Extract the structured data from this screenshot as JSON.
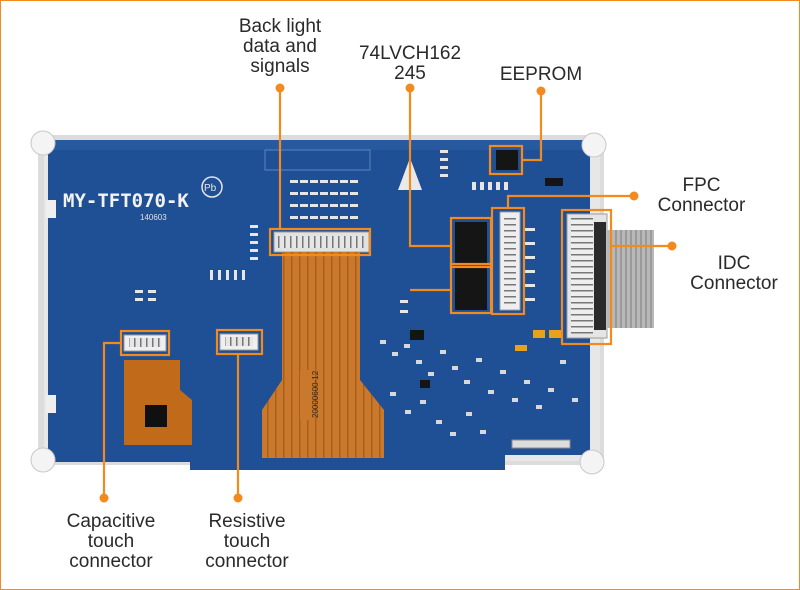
{
  "annotations": {
    "backlight": [
      "Back light",
      "data and",
      "signals"
    ],
    "buffer": [
      "74LVCH162",
      "245"
    ],
    "eeprom": "EEPROM",
    "fpc": [
      "FPC",
      "Connector"
    ],
    "idc": [
      "IDC",
      "Connector"
    ],
    "capacitive": [
      "Capacitive",
      "touch",
      "connector"
    ],
    "resistive": [
      "Resistive",
      "touch",
      "connector"
    ]
  },
  "board": {
    "model": "MY-TFT070-K",
    "date_code": "140603",
    "pb_mark": "Pb",
    "fpc_print": "20000600-12"
  },
  "colors": {
    "accent": "#f28a1e",
    "pcb": "#1f4f95",
    "flex": "#c9782c",
    "lcd_back": "#d7d7d7"
  }
}
